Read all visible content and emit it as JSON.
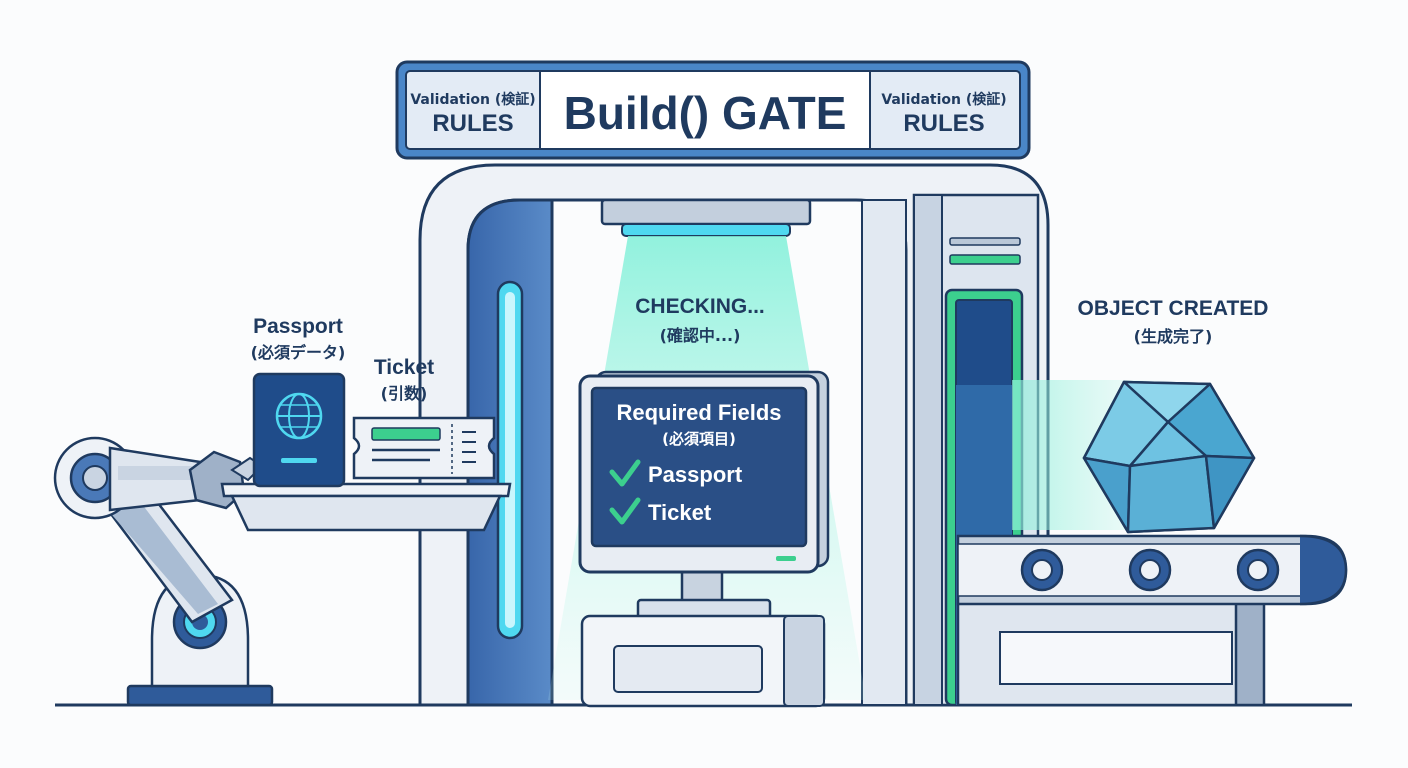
{
  "header": {
    "left_line1": "Validation (検証)",
    "left_line2": "RULES",
    "title": "Build() GATE",
    "right_line1": "Validation (検証)",
    "right_line2": "RULES"
  },
  "inputs": {
    "passport_label": "Passport",
    "passport_sub": "(必須データ)",
    "ticket_label": "Ticket",
    "ticket_sub": "(引数)"
  },
  "scanner": {
    "status": "CHECKING...",
    "status_sub": "(確認中...)"
  },
  "monitor": {
    "heading": "Required Fields",
    "heading_sub": "(必須項目)",
    "items": [
      {
        "label": "Passport",
        "checked": true
      },
      {
        "label": "Ticket",
        "checked": true
      }
    ]
  },
  "output": {
    "label": "OBJECT CREATED",
    "label_sub": "(生成完了)"
  },
  "colors": {
    "outline": "#1f3a5f",
    "frame_light": "#eef2f7",
    "blue_dark": "#2f5b9a",
    "blue_mid": "#4a79b8",
    "glow_cyan": "#4fd8f0",
    "scan_teal": "#8ff0da",
    "green": "#3ccf8e",
    "screen": "#2a4f86",
    "gem": "#5bb4d8"
  }
}
